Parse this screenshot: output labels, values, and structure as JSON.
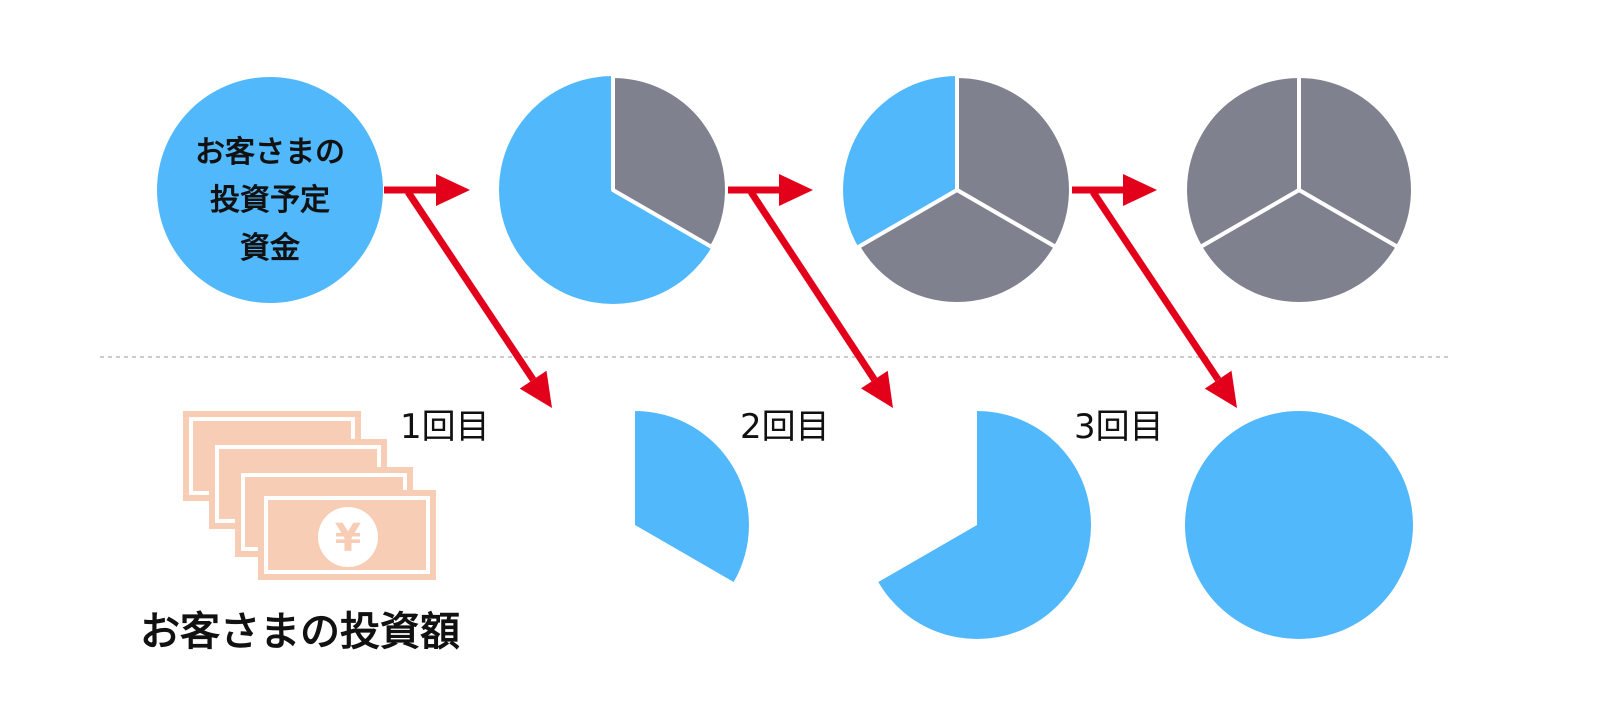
{
  "start_label_lines": [
    "お客さまの",
    "投資予定",
    "資金"
  ],
  "rounds": [
    {
      "label": "1回目",
      "remaining_fraction": 0.6667,
      "invested_fraction": 0.3333
    },
    {
      "label": "2回目",
      "remaining_fraction": 0.3333,
      "invested_fraction": 0.6667
    },
    {
      "label": "3回目",
      "remaining_fraction": 0.0,
      "invested_fraction": 1.0
    }
  ],
  "investment_label": "お客さまの投資額",
  "banknote_symbol": "¥",
  "colors": {
    "funds": "#52b8fc",
    "invested_portion": "#7f818f",
    "arrow": "#e3001b",
    "banknote": "#f7cdb5",
    "divider": "#bbbbbb",
    "text": "#111111"
  },
  "icons": [
    "arrow-right-icon",
    "arrow-down-right-icon",
    "banknote-stack-icon",
    "yen-icon"
  ]
}
